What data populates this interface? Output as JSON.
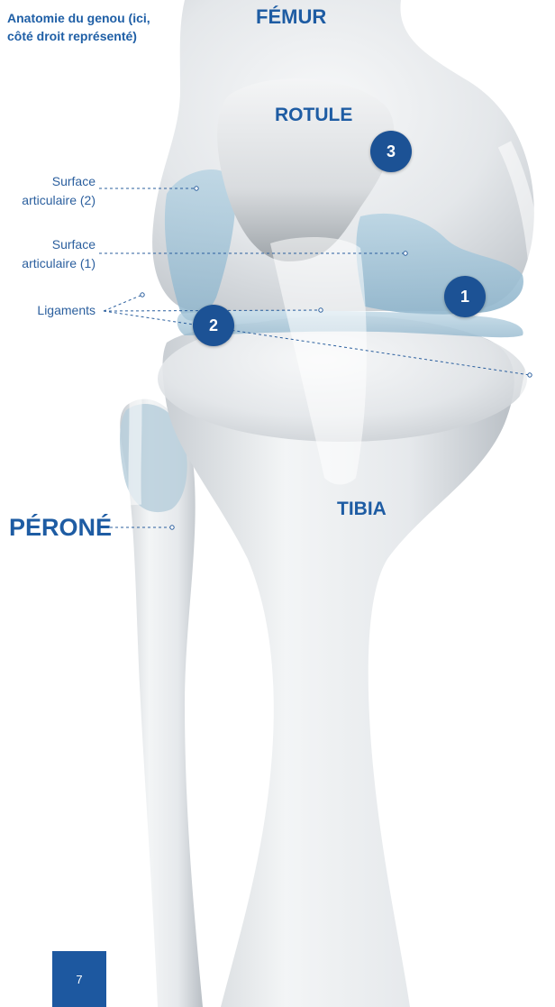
{
  "title": "Anatomie du genou (ici, côté droit représenté)",
  "labels": {
    "femur": "FÉMUR",
    "rotule": "ROTULE",
    "tibia": "TIBIA",
    "perone": "PÉRONÉ"
  },
  "callouts": {
    "surface2": "Surface articulaire (2)",
    "surface1": "Surface articulaire (1)",
    "ligaments": "Ligaments"
  },
  "badges": {
    "one": "1",
    "two": "2",
    "three": "3"
  },
  "page_number": "7",
  "colors": {
    "accent": "#1e5ca3",
    "badge": "#1c5295",
    "cartilage": "#a9c9dc",
    "bone": "#e9ecee"
  }
}
